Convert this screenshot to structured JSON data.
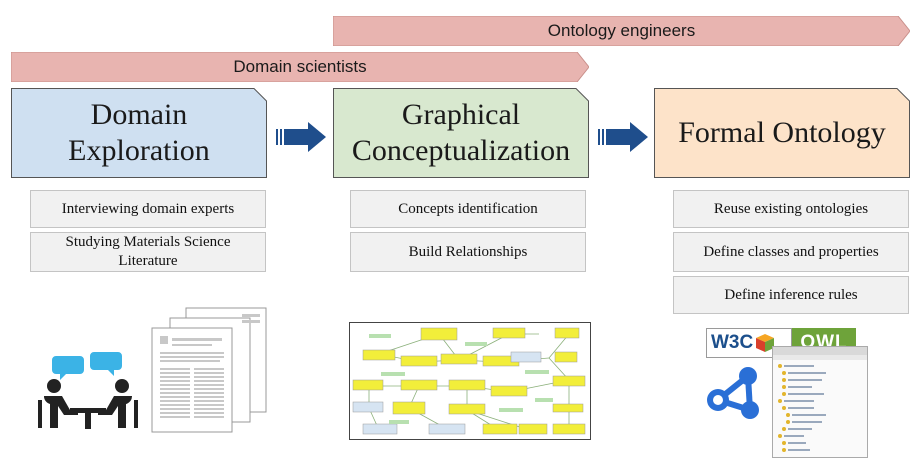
{
  "banners": {
    "ontology_engineers": "Ontology engineers",
    "domain_scientists": "Domain scientists"
  },
  "phases": [
    {
      "title": "Domain\nExploration",
      "color": "#cfe0f1"
    },
    {
      "title": "Graphical\nConceptualization",
      "color": "#d8e8cf"
    },
    {
      "title": "Formal Ontology",
      "color": "#fde3c9"
    }
  ],
  "tasks": {
    "exploration": [
      "Interviewing domain experts",
      "Studying Materials Science Literature"
    ],
    "conceptualization": [
      "Concepts identification",
      "Build Relationships"
    ],
    "formal": [
      "Reuse existing ontologies",
      "Define classes and properties",
      "Define inference rules"
    ]
  },
  "logo": {
    "w3c": "W3C",
    "owl": "OWL"
  },
  "colors": {
    "banner": "#e8b4b0",
    "arrow": "#1f4e8c",
    "owl_green": "#6ea33a"
  }
}
